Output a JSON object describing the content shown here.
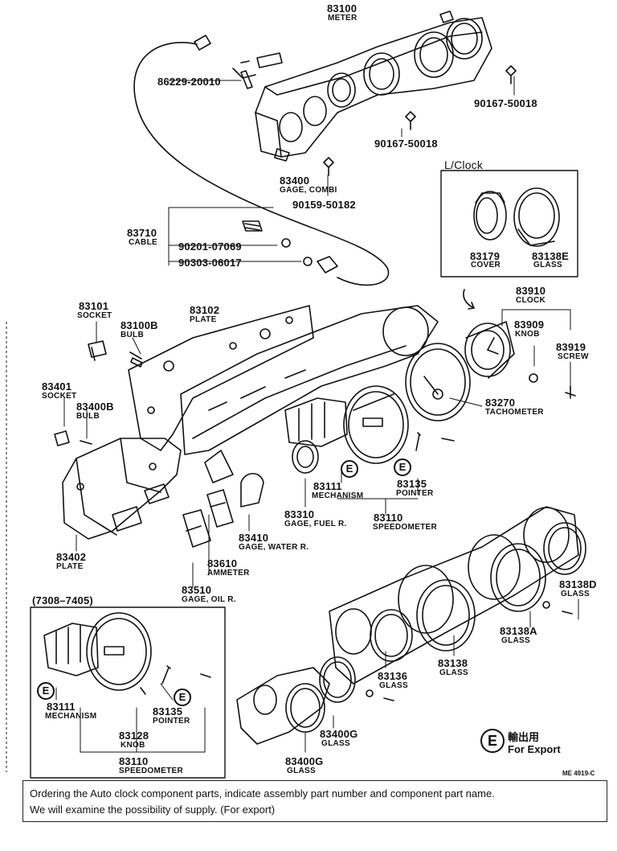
{
  "labels": {
    "meter": {
      "num": "83100",
      "sub": "METER"
    },
    "p86229": {
      "num": "86229-20010"
    },
    "p90167a": {
      "num": "90167-50018"
    },
    "p90167b": {
      "num": "90167-50018"
    },
    "gage_combi": {
      "num": "83400",
      "sub": "GAGE, COMBI"
    },
    "p90159": {
      "num": "90159-50182"
    },
    "cable": {
      "num": "83710",
      "sub": "CABLE"
    },
    "p90201": {
      "num": "90201-07069"
    },
    "p90303": {
      "num": "90303-06017"
    },
    "lclock": {
      "num": "L/Clock"
    },
    "cover": {
      "num": "83179",
      "sub": "COVER"
    },
    "glass_e": {
      "num": "83138E",
      "sub": "GLASS"
    },
    "clock": {
      "num": "83910",
      "sub": "CLOCK"
    },
    "knob_clock": {
      "num": "83909",
      "sub": "KNOB"
    },
    "screw": {
      "num": "83919",
      "sub": "SCREW"
    },
    "socket1": {
      "num": "83101",
      "sub": "SOCKET"
    },
    "bulb1": {
      "num": "83100B",
      "sub": "BULB"
    },
    "plate1": {
      "num": "83102",
      "sub": "PLATE"
    },
    "socket2": {
      "num": "83401",
      "sub": "SOCKET"
    },
    "bulb2": {
      "num": "83400B",
      "sub": "BULB"
    },
    "tach": {
      "num": "83270",
      "sub": "TACHOMETER"
    },
    "mech1": {
      "num": "83111",
      "sub": "MECHANISM"
    },
    "pointer1": {
      "num": "83135",
      "sub": "POINTER"
    },
    "fuel": {
      "num": "83310",
      "sub": "GAGE, FUEL R."
    },
    "speedo1": {
      "num": "83110",
      "sub": "SPEEDOMETER"
    },
    "water": {
      "num": "83410",
      "sub": "GAGE, WATER R."
    },
    "plate2": {
      "num": "83402",
      "sub": "PLATE"
    },
    "ammeter": {
      "num": "83610",
      "sub": "AMMETER"
    },
    "oil": {
      "num": "83510",
      "sub": "GAGE, OIL R."
    },
    "period": {
      "num": "(7308–7405)"
    },
    "glass_d": {
      "num": "83138D",
      "sub": "GLASS"
    },
    "glass_a": {
      "num": "83138A",
      "sub": "GLASS"
    },
    "glass_136": {
      "num": "83136",
      "sub": "GLASS"
    },
    "glass_138": {
      "num": "83138",
      "sub": "GLASS"
    },
    "mech2": {
      "num": "83111",
      "sub": "MECHANISM"
    },
    "pointer2": {
      "num": "83135",
      "sub": "POINTER"
    },
    "knob2": {
      "num": "83128",
      "sub": "KNOB"
    },
    "speedo2": {
      "num": "83110",
      "sub": "SPEEDOMETER"
    },
    "glass_g1": {
      "num": "83400G",
      "sub": "GLASS"
    },
    "glass_g2": {
      "num": "83400G",
      "sub": "GLASS"
    }
  },
  "export_mark": "E",
  "legend": {
    "jp": "輸出用",
    "en": "For  Export"
  },
  "drawing_code": "ME 4919-C",
  "footer": {
    "line1": "Ordering the Auto clock component parts, indicate assembly part number and component part name.",
    "line2": "We will examine the possibility of supply. (For export)"
  }
}
